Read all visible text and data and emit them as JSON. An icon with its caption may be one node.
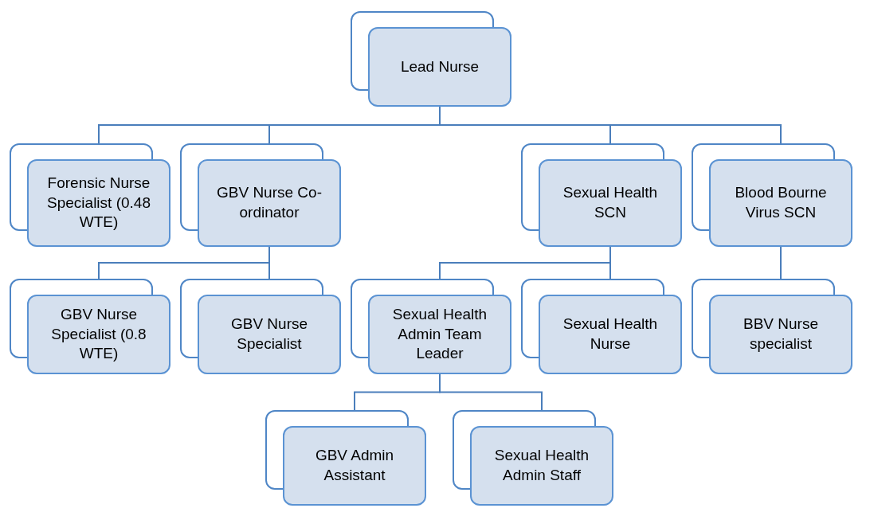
{
  "diagram": {
    "nodes": [
      {
        "text": [
          "Lead Nurse"
        ]
      },
      {
        "text": [
          "Forensic Nurse Specialist (0.48 WTE)"
        ]
      },
      {
        "text": [
          "GBV Nurse Co-ordinator"
        ]
      },
      {
        "text": [
          "Sexual Health SCN"
        ]
      },
      {
        "text": [
          "Blood Bourne Virus SCN"
        ]
      },
      {
        "text": [
          "GBV Nurse Specialist (0.8 WTE)"
        ]
      },
      {
        "text": [
          "GBV Nurse Specialist"
        ]
      },
      {
        "text": [
          "Sexual Health Admin Team Leader"
        ]
      },
      {
        "text": [
          "Sexual Health Nurse"
        ]
      },
      {
        "text": [
          "BBV Nurse specialist"
        ]
      },
      {
        "text": [
          "GBV Admin Assistant"
        ]
      },
      {
        "text": [
          "Sexual Health Admin Staff"
        ]
      }
    ],
    "edges": [
      {
        "from": 0,
        "to": 1,
        "arrow": "none"
      },
      {
        "from": 0,
        "to": 2,
        "arrow": "none"
      },
      {
        "from": 0,
        "to": 3,
        "arrow": "none"
      },
      {
        "from": 0,
        "to": 4,
        "arrow": "none"
      },
      {
        "from": 2,
        "to": 5,
        "arrow": "none"
      },
      {
        "from": 2,
        "to": 6,
        "arrow": "none"
      },
      {
        "from": 3,
        "to": 7,
        "arrow": "none"
      },
      {
        "from": 3,
        "to": 8,
        "arrow": "none"
      },
      {
        "from": 4,
        "to": 9,
        "arrow": "none"
      },
      {
        "from": 7,
        "to": 10,
        "arrow": "none"
      },
      {
        "from": 7,
        "to": 11,
        "arrow": "none"
      }
    ]
  }
}
